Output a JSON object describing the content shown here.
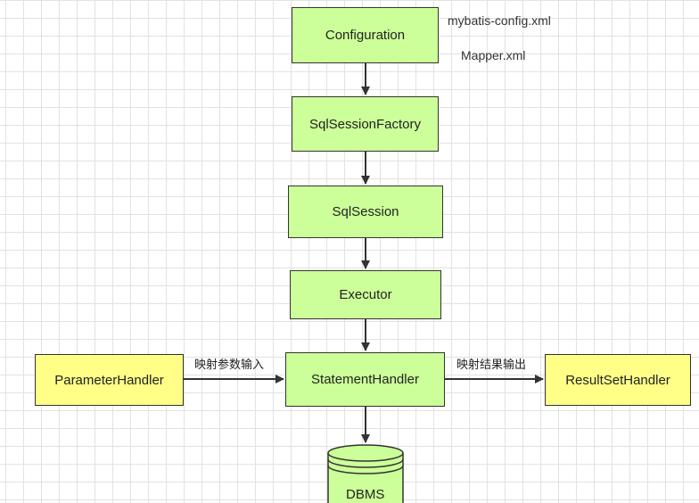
{
  "nodes": {
    "configuration": "Configuration",
    "sqlsessionfactory": "SqlSessionFactory",
    "sqlsession": "SqlSession",
    "executor": "Executor",
    "statementhandler": "StatementHandler",
    "parameterhandler": "ParameterHandler",
    "resultsethandler": "ResultSetHandler",
    "dbms": "DBMS"
  },
  "notes": {
    "config_file": "mybatis-config.xml",
    "mapper_file": "Mapper.xml"
  },
  "edge_labels": {
    "param_mapping": "映射参数输入",
    "result_mapping": "映射结果输出"
  },
  "colors": {
    "core_fill": "#ccff99",
    "handler_fill": "#ffff88",
    "stroke": "#333333"
  }
}
